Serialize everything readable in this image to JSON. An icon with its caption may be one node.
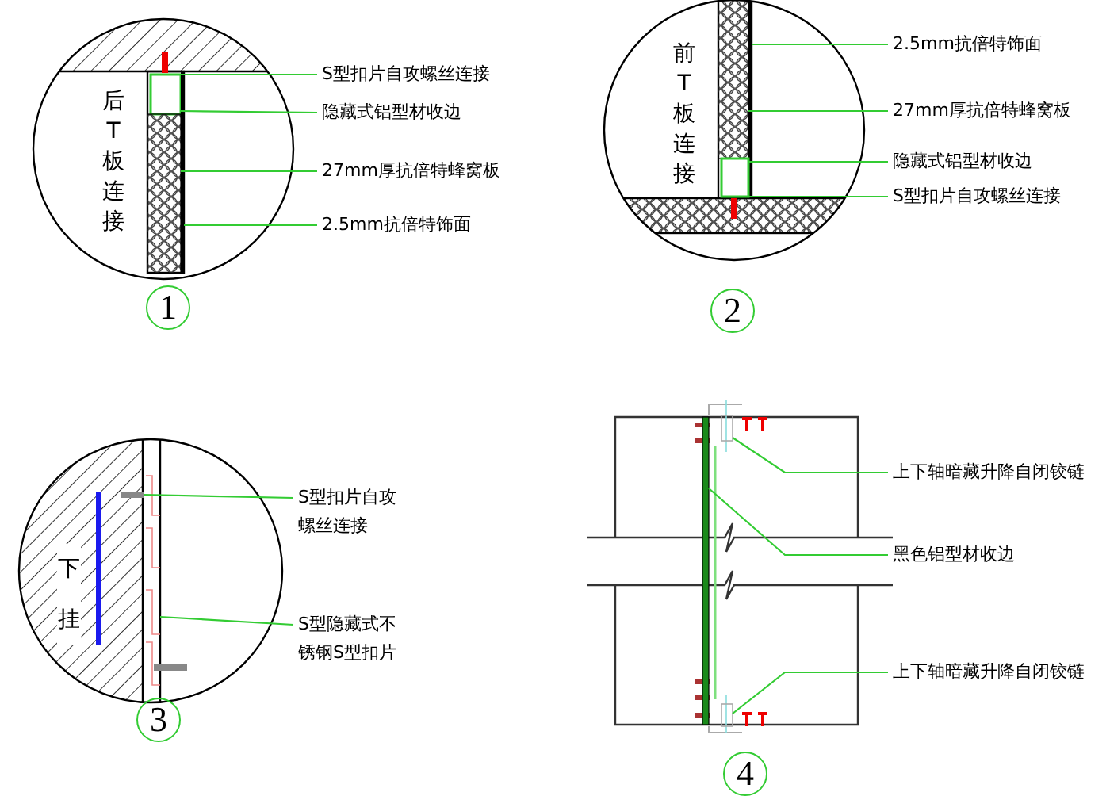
{
  "diagram": {
    "nodes": [
      {
        "text": [
          "S型扣片自攻螺丝连接"
        ]
      },
      {
        "text": [
          "隐藏式铝型材收边"
        ]
      },
      {
        "text": [
          "27mm厚抗倍特蜂窝板"
        ]
      },
      {
        "text": [
          "2.5mm抗倍特饰面"
        ]
      },
      {
        "text": [
          "1"
        ]
      },
      {
        "text": [
          "2.5mm抗倍特饰面"
        ]
      },
      {
        "text": [
          "27mm厚抗倍特蜂窝板"
        ]
      },
      {
        "text": [
          "隐藏式铝型材收边"
        ]
      },
      {
        "text": [
          "S型扣片自攻螺丝连接"
        ]
      },
      {
        "text": [
          "2"
        ]
      },
      {
        "text": [
          "S型扣片自攻螺丝连接"
        ]
      },
      {
        "text": [
          "S型隐藏式不锈钢S型扣片"
        ]
      },
      {
        "text": [
          "3"
        ]
      },
      {
        "text": [
          "上下轴暗藏升降自闭铰链"
        ]
      },
      {
        "text": [
          "黑色铝型材收边"
        ]
      },
      {
        "text": [
          "上下轴暗藏升降自闭铰链"
        ]
      },
      {
        "text": [
          "4"
        ]
      },
      {
        "text": [],
        "shape": "bar"
      },
      {
        "text": [],
        "shape": "box"
      },
      {
        "text": [],
        "shape": "box"
      },
      {
        "text": [],
        "shape": "bar"
      },
      {
        "text": [],
        "shape": "bar"
      },
      {
        "text": [],
        "shape": "box"
      },
      {
        "text": [],
        "shape": "box"
      },
      {
        "text": [],
        "shape": "bar"
      },
      {
        "text": [],
        "shape": "bar"
      },
      {
        "text": [],
        "shape": "bar"
      },
      {
        "text": [],
        "shape": "box"
      },
      {
        "text": [],
        "shape": "bar"
      },
      {
        "text": [],
        "shape": "box"
      }
    ],
    "edges": [
      {
        "from": 0,
        "to": 17,
        "arrow": "none"
      },
      {
        "from": 1,
        "to": 18,
        "arrow": "none"
      },
      {
        "from": 2,
        "to": 19,
        "arrow": "none"
      },
      {
        "from": 3,
        "to": 20,
        "arrow": "none"
      },
      {
        "from": 5,
        "to": 21,
        "arrow": "none"
      },
      {
        "from": 6,
        "to": 22,
        "arrow": "none"
      },
      {
        "from": 7,
        "to": 23,
        "arrow": "none"
      },
      {
        "from": 8,
        "to": 24,
        "arrow": "none"
      },
      {
        "from": 10,
        "to": 25,
        "arrow": "none"
      },
      {
        "from": 11,
        "to": 26,
        "arrow": "none"
      },
      {
        "from": 13,
        "to": 27,
        "arrow": "none"
      },
      {
        "from": 14,
        "to": 28,
        "arrow": "none"
      },
      {
        "from": 15,
        "to": 29,
        "arrow": "none"
      }
    ],
    "labels": [
      "后T板连接",
      "前T板连接",
      "下挂"
    ]
  }
}
